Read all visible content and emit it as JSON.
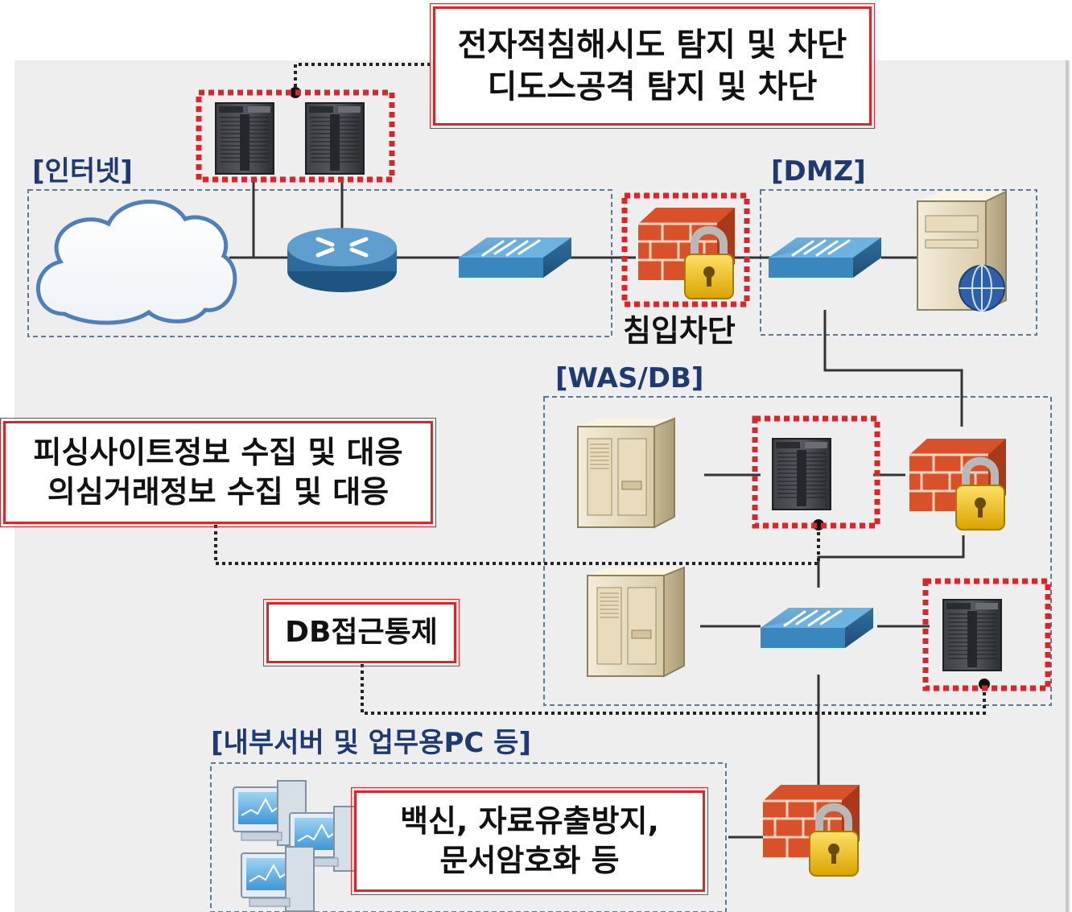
{
  "zones": {
    "internet": "[인터넷]",
    "dmz": "[DMZ]",
    "was_db": "[WAS/DB]",
    "internal": "[내부서버 및 업무용PC 등]"
  },
  "callouts": {
    "intrusion_detection": {
      "line1": "전자적침해시도 탐지 및 차단",
      "line2": "디도스공격 탐지 및 차단"
    },
    "phishing": {
      "line1": "피싱사이트정보 수집 및 대응",
      "line2": "의심거래정보 수집 및 대응"
    },
    "db_access": {
      "line1": "DB접근통제"
    },
    "endpoint": {
      "line1": "백신, 자료유출방지,",
      "line2": "문서암호화 등"
    }
  },
  "labels": {
    "intrusion_block": "침입차단"
  },
  "colors": {
    "highlight_red": "#d9262a",
    "zone_border": "#5a7a9c",
    "zone_text": "#1f3a73",
    "background_panel": "#eeeeee",
    "switch_blue": "#3a87bf"
  },
  "icons": {
    "internet": "cloud-icon",
    "router": "router-icon",
    "switch": "switch-icon",
    "firewall": "firewall-icon",
    "security_server": "security-appliance-icon",
    "web_server": "web-server-icon",
    "tower_server": "tower-server-icon",
    "pc": "desktop-pc-icon"
  }
}
